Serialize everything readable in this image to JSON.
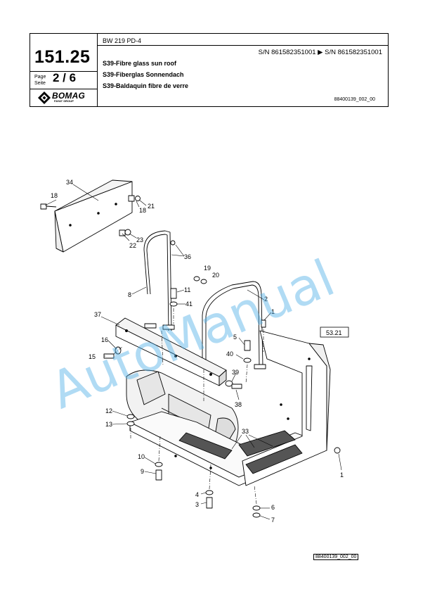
{
  "header": {
    "model": "BW 219 PD-4",
    "serial_range": "S/N 861582351001  ▶  S/N 861582351001",
    "page_number": "151.25",
    "page_label": "Page\nSeite",
    "page_fraction": "2 / 6",
    "logo": {
      "name": "BOMAG",
      "tagline": "FAYAT GROUP",
      "icon": "bomag-diamond-logo"
    },
    "titles": [
      "S39-Fibre glass sun roof",
      "S39-Fiberglas Sonnendach",
      "S39-Baldaquin fibre de verre"
    ],
    "doc_code": "88400139_002_00"
  },
  "watermark": "AutoManual",
  "callouts": {
    "c34": "34",
    "c18a": "18",
    "c18b": "18",
    "c21": "21",
    "c23": "23",
    "c22": "22",
    "c36": "36",
    "c19": "19",
    "c20": "20",
    "c8": "8",
    "c11": "11",
    "c41": "41",
    "c2": "2",
    "c1a": "1",
    "c37": "37",
    "c5": "5",
    "c16": "16",
    "c15": "15",
    "c40": "40",
    "c39": "39",
    "c38": "38",
    "c12": "12",
    "c13": "13",
    "c33": "33",
    "c10": "10",
    "c9": "9",
    "c4": "4",
    "c3": "3",
    "c6": "6",
    "c7": "7",
    "c1b": "1",
    "ref": "53.21"
  },
  "footer": {
    "doc_code": "88400139_002_00"
  }
}
